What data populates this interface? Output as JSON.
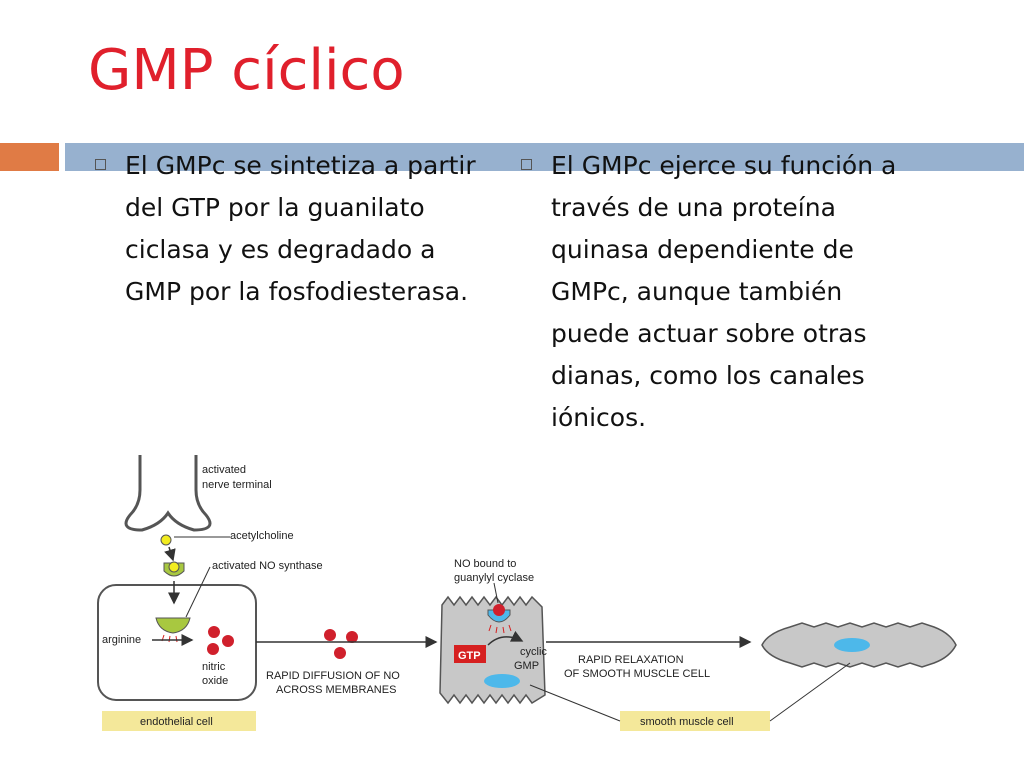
{
  "slide": {
    "title": "GMP cíclico",
    "bullets": [
      "El GMPc se sintetiza a partir del GTP por la guanilato ciclasa y es degradado a GMP por la fosfodiesterasa.",
      "El GMPc ejerce su función a través de una proteína quinasa dependiente de GMPc, aunque también puede actuar sobre otras dianas, como los canales iónicos."
    ]
  },
  "diagram": {
    "labels": {
      "activated_nerve_terminal_1": "activated",
      "activated_nerve_terminal_2": "nerve terminal",
      "acetylcholine": "acetylcholine",
      "activated_no_synthase": "activated NO synthase",
      "arginine": "arginine",
      "nitric_oxide_1": "nitric",
      "nitric_oxide_2": "oxide",
      "rapid_diffusion_1": "RAPID DIFFUSION OF NO",
      "rapid_diffusion_2": "ACROSS MEMBRANES",
      "no_bound_1": "NO bound to",
      "no_bound_2": "guanylyl cyclase",
      "gtp": "GTP",
      "cyclic_gmp_1": "cyclic",
      "cyclic_gmp_2": "GMP",
      "rapid_relaxation_1": "RAPID RELAXATION",
      "rapid_relaxation_2": "OF SMOOTH MUSCLE CELL",
      "endothelial_cell": "endothelial cell",
      "smooth_muscle_cell": "smooth muscle cell"
    }
  },
  "colors": {
    "title": "#e0202c",
    "accent_orange": "#e07b45",
    "accent_blue": "#97b1cf",
    "no_red": "#d0202c",
    "cell_grey": "#c8c8c8",
    "nucleus_blue": "#4db8ea",
    "label_yellow": "#f4e89a",
    "receptor_green": "#a8c840",
    "acetylcholine_yellow": "#f2ec20",
    "gtp_red": "#d62020"
  }
}
